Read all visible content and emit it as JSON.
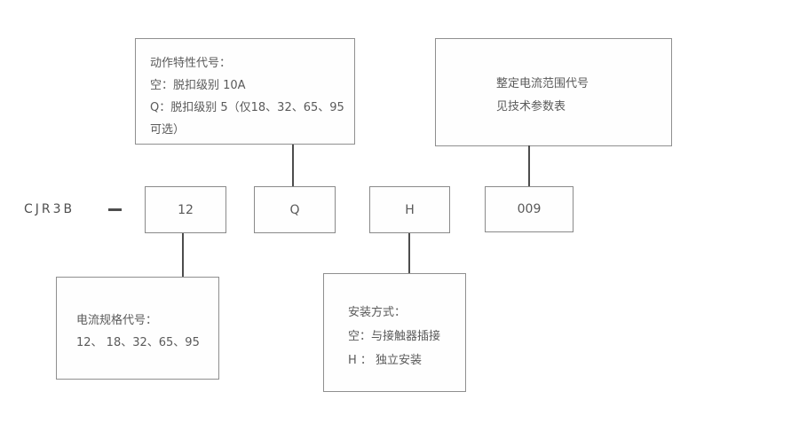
{
  "diagram": {
    "model_prefix": "CJR3B",
    "separator": "—",
    "code_boxes": [
      "12",
      "Q",
      "H",
      "009"
    ],
    "callouts": {
      "action_characteristic": {
        "lines": [
          "动作特性代号：",
          "空：脱扣级别 10A",
          "Q：脱扣级别 5（仅18、32、65、95",
          "可选）"
        ]
      },
      "setting_current_range": {
        "lines": [
          "整定电流范围代号",
          "见技术参数表"
        ]
      },
      "current_spec": {
        "lines": [
          "电流规格代号：",
          "12、 18、32、65、95"
        ]
      },
      "mounting_type": {
        "lines": [
          "安装方式：",
          "空：与接触器插接",
          "H ： 独立安装"
        ]
      }
    }
  },
  "colors": {
    "background": "#ffffff",
    "box_border": "#8f8f8f",
    "connector_line": "#4d4d4d",
    "text": "#595959"
  }
}
